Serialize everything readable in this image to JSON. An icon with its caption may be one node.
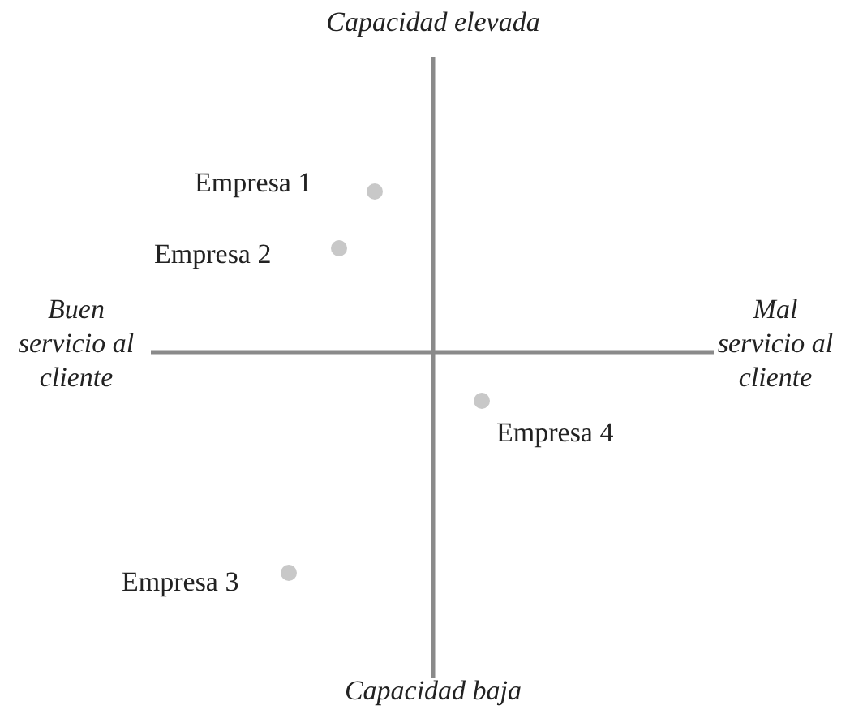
{
  "diagram": {
    "labels": [
      "Capacidad elevada",
      "Empresa 1",
      "Empresa 2",
      "Buen servicio al cliente",
      "Mal servicio al cliente",
      "Empresa 4",
      "Empresa 3",
      "Capacidad baja"
    ]
  }
}
